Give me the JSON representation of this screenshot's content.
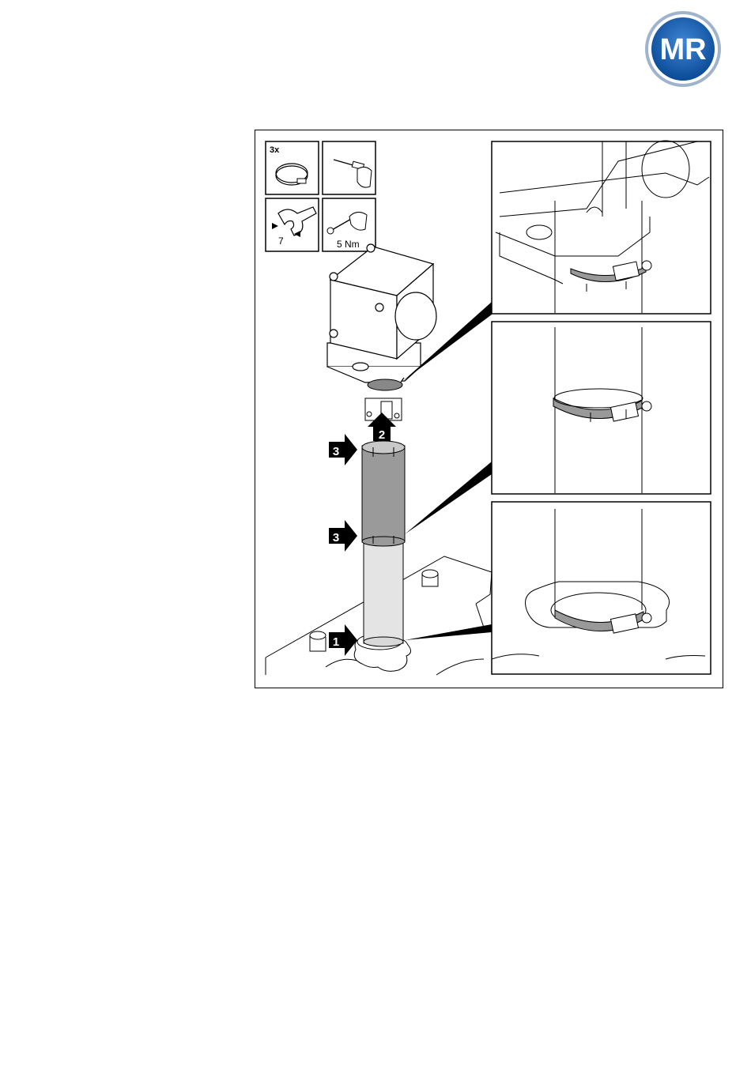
{
  "header": {
    "logo_text": "MR",
    "logo_colors": {
      "ring": "#2a6db5",
      "inner": "#0b4f9c",
      "text": "#ffffff"
    }
  },
  "figure": {
    "tool_panels": [
      {
        "id": "clamp",
        "label": "3x",
        "icon": "hose-clamp-icon"
      },
      {
        "id": "screwdriver",
        "label": "",
        "icon": "screwdriver-icon"
      },
      {
        "id": "wrench",
        "label": "7",
        "icon": "open-end-wrench-icon"
      },
      {
        "id": "torque",
        "label": "5 Nm",
        "icon": "torque-wrench-icon"
      }
    ],
    "step_markers": [
      {
        "number": "1"
      },
      {
        "number": "2"
      },
      {
        "number": "3"
      },
      {
        "number": "3"
      }
    ],
    "detail_views": [
      "upper-clamp-detail",
      "middle-clamp-detail",
      "lower-clamp-detail"
    ]
  }
}
